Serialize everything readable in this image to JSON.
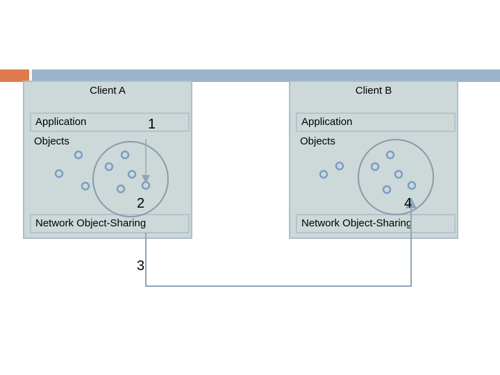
{
  "clientA": {
    "title": "Client A",
    "application": "Application",
    "objects": "Objects",
    "network": "Network Object-Sharing"
  },
  "clientB": {
    "title": "Client B",
    "application": "Application",
    "objects": "Objects",
    "network": "Network Object-Sharing"
  },
  "steps": [
    "1",
    "2",
    "3",
    "4"
  ],
  "colors": {
    "accent": "#e07b4e",
    "bar": "#9bb4cc",
    "panel": "#ccd9d8",
    "object": "#7b9dc4",
    "connector": "#8ea4ba"
  }
}
